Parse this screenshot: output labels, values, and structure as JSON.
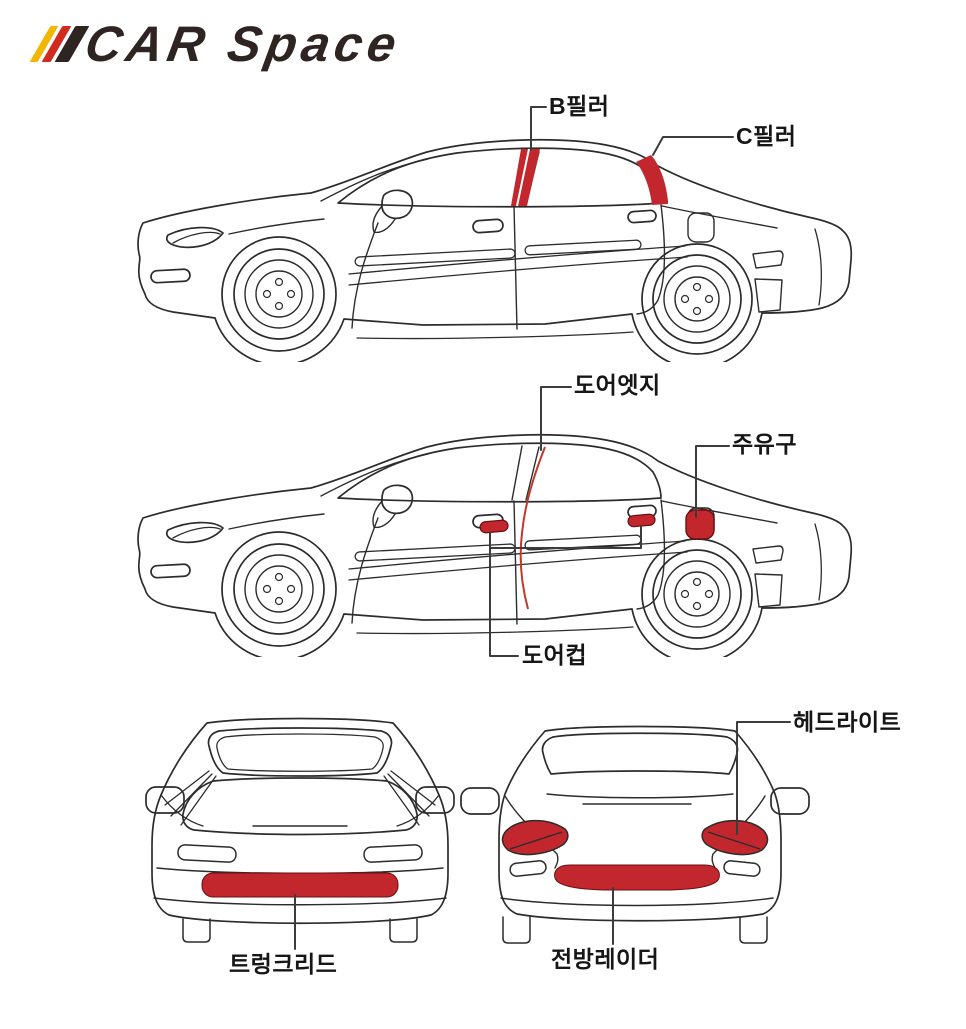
{
  "logo": {
    "text": "CAR Space"
  },
  "colors": {
    "highlight_red": "#c1272d",
    "door_edge_red": "#c0392b",
    "line": "#2c2c2c",
    "leader": "#3c3c3c",
    "logo_dark": "#2e2522",
    "logo_red": "#d12b1e",
    "logo_yellow": "#f2b705"
  },
  "cars": {
    "side_top": {
      "description": "sedan side view with pillars highlighted",
      "labels": {
        "b_pillar": "B필러",
        "c_pillar": "C필러"
      }
    },
    "side_middle": {
      "description": "sedan side view with door parts highlighted",
      "labels": {
        "door_edge": "도어엣지",
        "fuel_door": "주유구",
        "door_cup": "도어컵"
      }
    },
    "rear": {
      "description": "sedan rear view",
      "labels": {
        "trunk_lid": "트렁크리드"
      }
    },
    "front": {
      "description": "sedan front view",
      "labels": {
        "headlight": "헤드라이트",
        "front_radar": "전방레이더"
      }
    }
  }
}
